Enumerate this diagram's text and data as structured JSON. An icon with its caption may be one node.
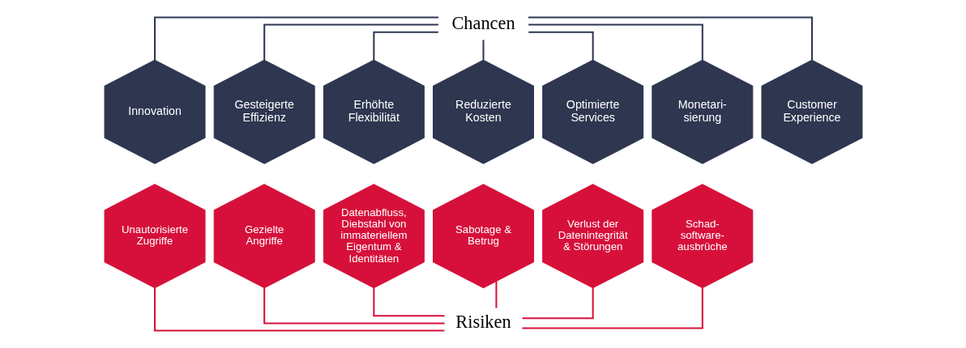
{
  "diagram": {
    "nodes": [
      {
        "text": [
          "Chancen"
        ]
      },
      {
        "text": [
          "Innovation"
        ]
      },
      {
        "text": [
          "Gesteigerte Effizienz"
        ]
      },
      {
        "text": [
          "Erhöhte Flexibilität"
        ]
      },
      {
        "text": [
          "Reduzierte Kosten"
        ]
      },
      {
        "text": [
          "Optimierte Services"
        ]
      },
      {
        "text": [
          "Monetari- sierung"
        ]
      },
      {
        "text": [
          "Customer Experience"
        ]
      },
      {
        "text": [
          "Unautorisierte Zugriffe"
        ]
      },
      {
        "text": [
          "Gezielte Angriffe"
        ]
      },
      {
        "text": [
          "Datenabfluss, Diebstahl von immateriellem Eigentum & Identitäten"
        ]
      },
      {
        "text": [
          "Sabotage & Betrug"
        ]
      },
      {
        "text": [
          "Verlust der Datenintegrität & Störungen"
        ]
      },
      {
        "text": [
          "Schad- software- ausbrüche"
        ]
      },
      {
        "text": [
          "Risiken"
        ]
      }
    ],
    "edges": [
      {
        "from": 0,
        "to": 1,
        "arrow": "none"
      },
      {
        "from": 0,
        "to": 2,
        "arrow": "none"
      },
      {
        "from": 0,
        "to": 3,
        "arrow": "none"
      },
      {
        "from": 0,
        "to": 4,
        "arrow": "none"
      },
      {
        "from": 0,
        "to": 5,
        "arrow": "none"
      },
      {
        "from": 0,
        "to": 6,
        "arrow": "none"
      },
      {
        "from": 0,
        "to": 7,
        "arrow": "none"
      },
      {
        "from": 14,
        "to": 8,
        "arrow": "none",
        "color": "#d6103a"
      },
      {
        "from": 14,
        "to": 9,
        "arrow": "none",
        "color": "#d6103a"
      },
      {
        "from": 14,
        "to": 10,
        "arrow": "none",
        "color": "#d6103a"
      },
      {
        "from": 14,
        "to": 11,
        "arrow": "none",
        "color": "#d6103a"
      },
      {
        "from": 14,
        "to": 12,
        "arrow": "none",
        "color": "#d6103a"
      },
      {
        "from": 14,
        "to": 13,
        "arrow": "none",
        "color": "#d6103a"
      }
    ]
  }
}
